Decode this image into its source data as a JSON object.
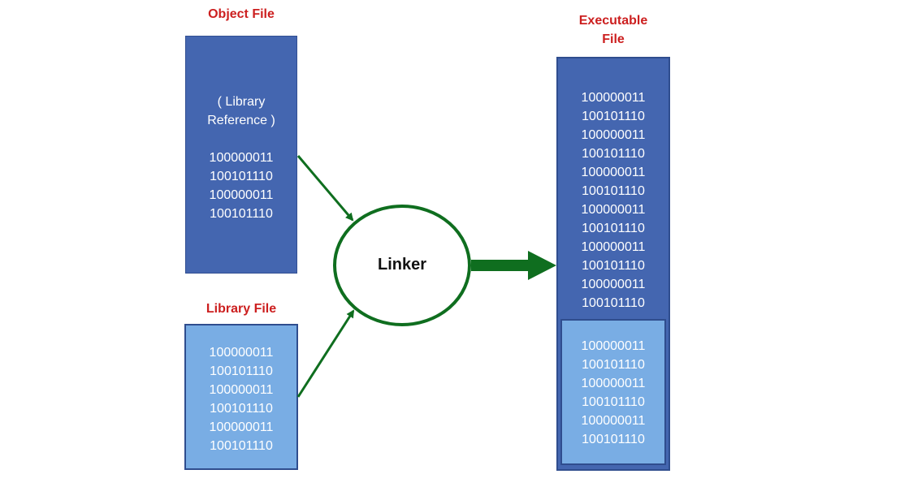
{
  "object_file": {
    "title": "Object File",
    "reference_lines": [
      "( Library",
      "Reference )"
    ],
    "binary_lines": [
      "100000011",
      "100101110",
      "100000011",
      "100101110"
    ]
  },
  "library_file": {
    "title": "Library File",
    "binary_lines": [
      "100000011",
      "100101110",
      "100000011",
      "100101110",
      "100000011",
      "100101110"
    ]
  },
  "linker": {
    "label": "Linker"
  },
  "executable_file": {
    "title_lines": [
      "Executable",
      "File"
    ],
    "code_lines": [
      "100000011",
      "100101110",
      "100000011",
      "100101110",
      "100000011",
      "100101110",
      "100000011",
      "100101110",
      "100000011",
      "100101110",
      "100000011",
      "100101110"
    ],
    "library_lines": [
      "100000011",
      "100101110",
      "100000011",
      "100101110",
      "100000011",
      "100101110"
    ]
  },
  "colors": {
    "title_red": "#cc1f1f",
    "box_dark_blue": "#4466b0",
    "box_light_blue": "#79ade4",
    "arrow_green": "#0f6e1f"
  }
}
